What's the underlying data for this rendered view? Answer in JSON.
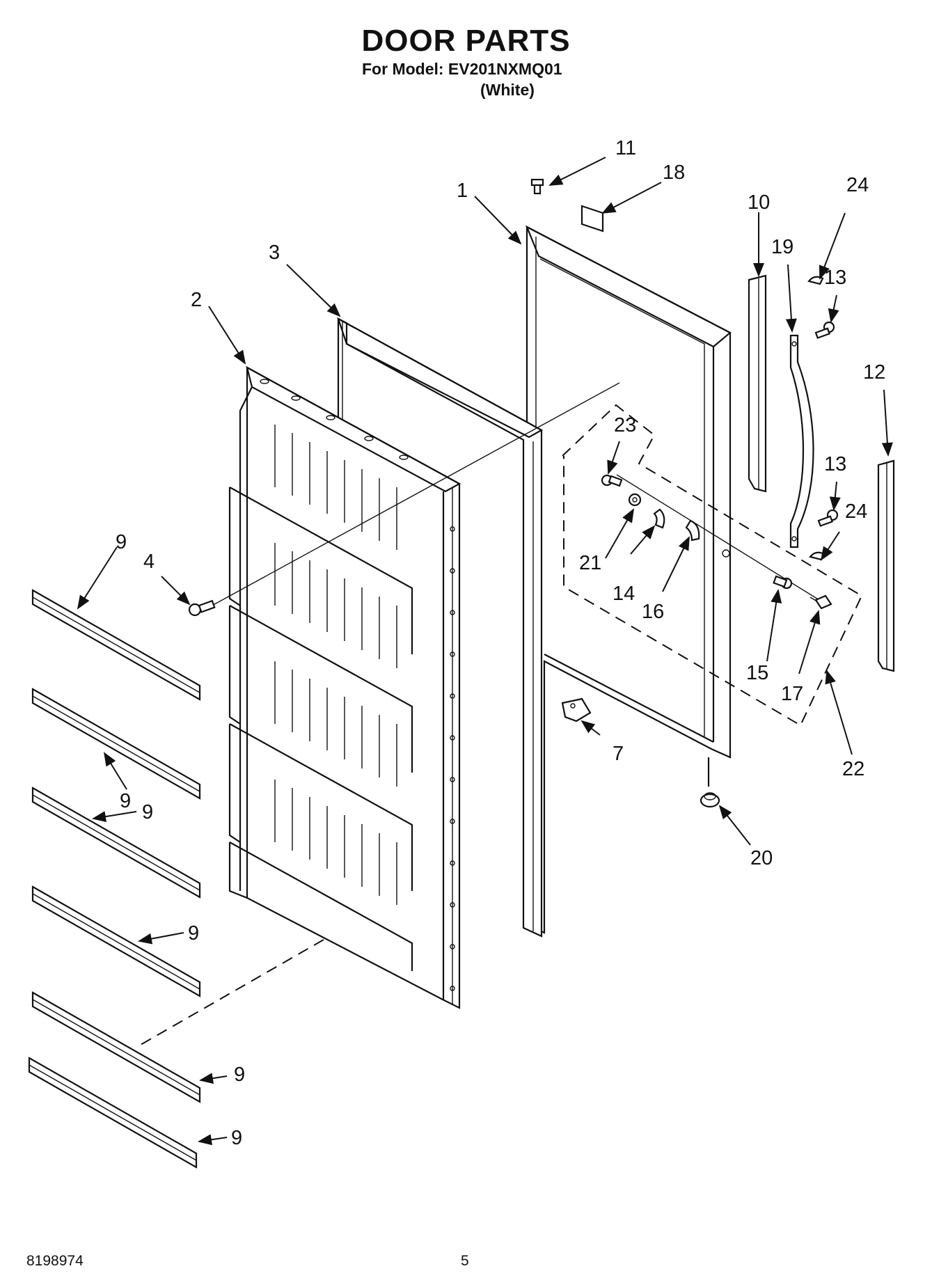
{
  "header": {
    "title": "DOOR PARTS",
    "model_line": "For Model: EV201NXMQ01",
    "variant": "(White)"
  },
  "footer": {
    "doc_number": "8198974",
    "page_number": "5"
  },
  "callouts": {
    "c1": "1",
    "c2": "2",
    "c3": "3",
    "c4": "4",
    "c7": "7",
    "c9a": "9",
    "c9b": "9",
    "c9c": "9",
    "c9d": "9",
    "c9e": "9",
    "c9f": "9",
    "c10": "10",
    "c11": "11",
    "c12": "12",
    "c13a": "13",
    "c13b": "13",
    "c14": "14",
    "c15": "15",
    "c16": "16",
    "c17": "17",
    "c18": "18",
    "c19": "19",
    "c20": "20",
    "c21": "21",
    "c22": "22",
    "c23": "23",
    "c24a": "24",
    "c24b": "24"
  }
}
